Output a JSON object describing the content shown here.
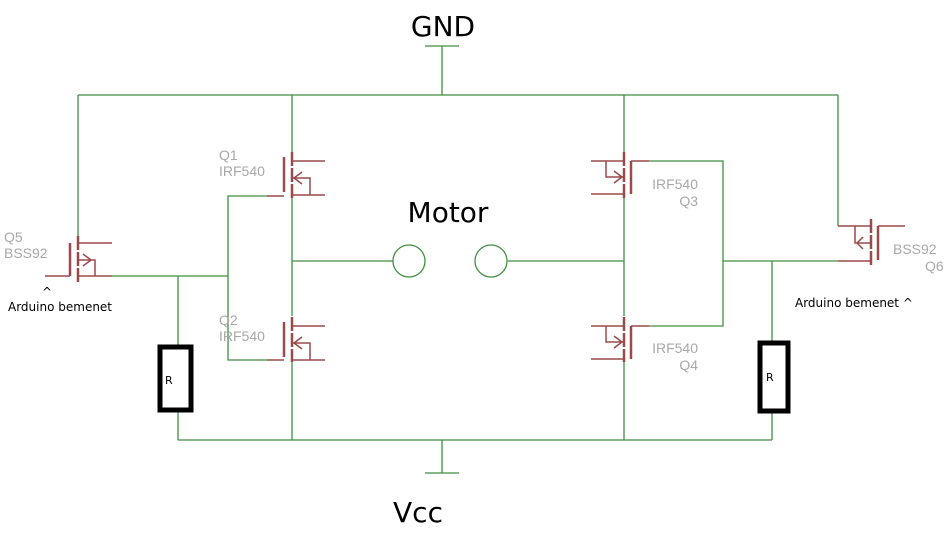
{
  "rails": {
    "top": "GND",
    "bottom": "Vcc"
  },
  "motor": {
    "label": "Motor"
  },
  "transistors": [
    {
      "ref": "Q1",
      "part": "IRF540"
    },
    {
      "ref": "Q2",
      "part": "IRF540"
    },
    {
      "ref": "Q3",
      "part": "IRF540"
    },
    {
      "ref": "Q4",
      "part": "IRF540"
    },
    {
      "ref": "Q5",
      "part": "BSS92"
    },
    {
      "ref": "Q6",
      "part": "BSS92"
    }
  ],
  "resistors": [
    {
      "label": "R"
    },
    {
      "label": "R"
    }
  ],
  "inputs": {
    "left": {
      "caret": "^",
      "label": "Arduino bemenet"
    },
    "right": {
      "label": "Arduino bemenet ^"
    }
  },
  "colors": {
    "wire": "#3f8f3f",
    "mosfet": "#9a4a4a",
    "label": "#a8a8a8"
  }
}
